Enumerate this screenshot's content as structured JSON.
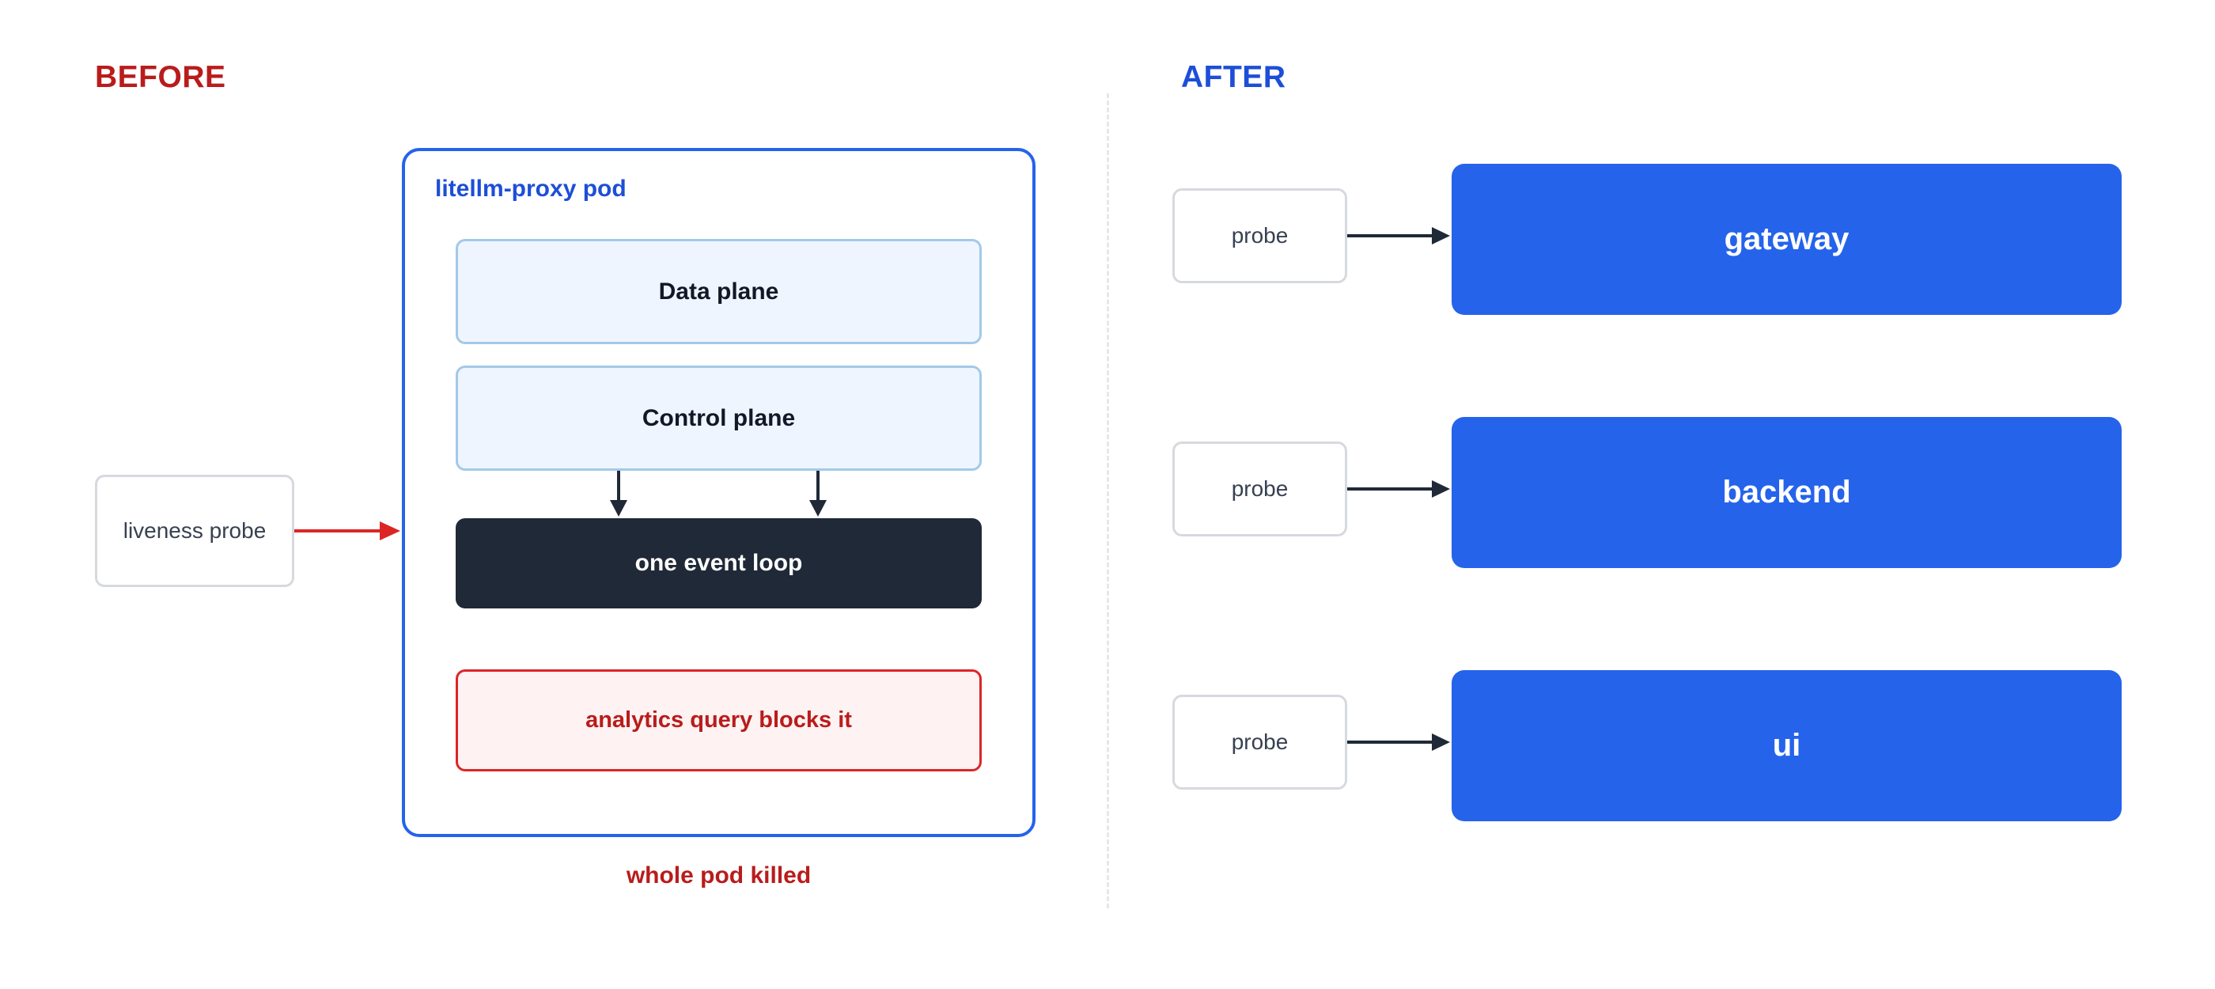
{
  "before": {
    "title": "BEFORE",
    "probe_label": "liveness probe",
    "pod": {
      "label": "litellm-proxy pod",
      "data_plane": "Data plane",
      "control_plane": "Control plane",
      "event_loop": "one event loop",
      "blocker": "analytics query blocks it"
    },
    "outcome": "whole pod killed"
  },
  "after": {
    "title": "AFTER",
    "rows": [
      {
        "probe": "probe",
        "service": "gateway"
      },
      {
        "probe": "probe",
        "service": "backend"
      },
      {
        "probe": "probe",
        "service": "ui"
      }
    ]
  },
  "colors": {
    "before_accent": "#b91c1c",
    "after_accent": "#1d4ed8",
    "pod_border": "#2563eb",
    "service_fill": "#2563eb",
    "event_loop_fill": "#1f2937",
    "probe_arrow_before": "#dc2626",
    "arrow_dark": "#1f2937"
  }
}
